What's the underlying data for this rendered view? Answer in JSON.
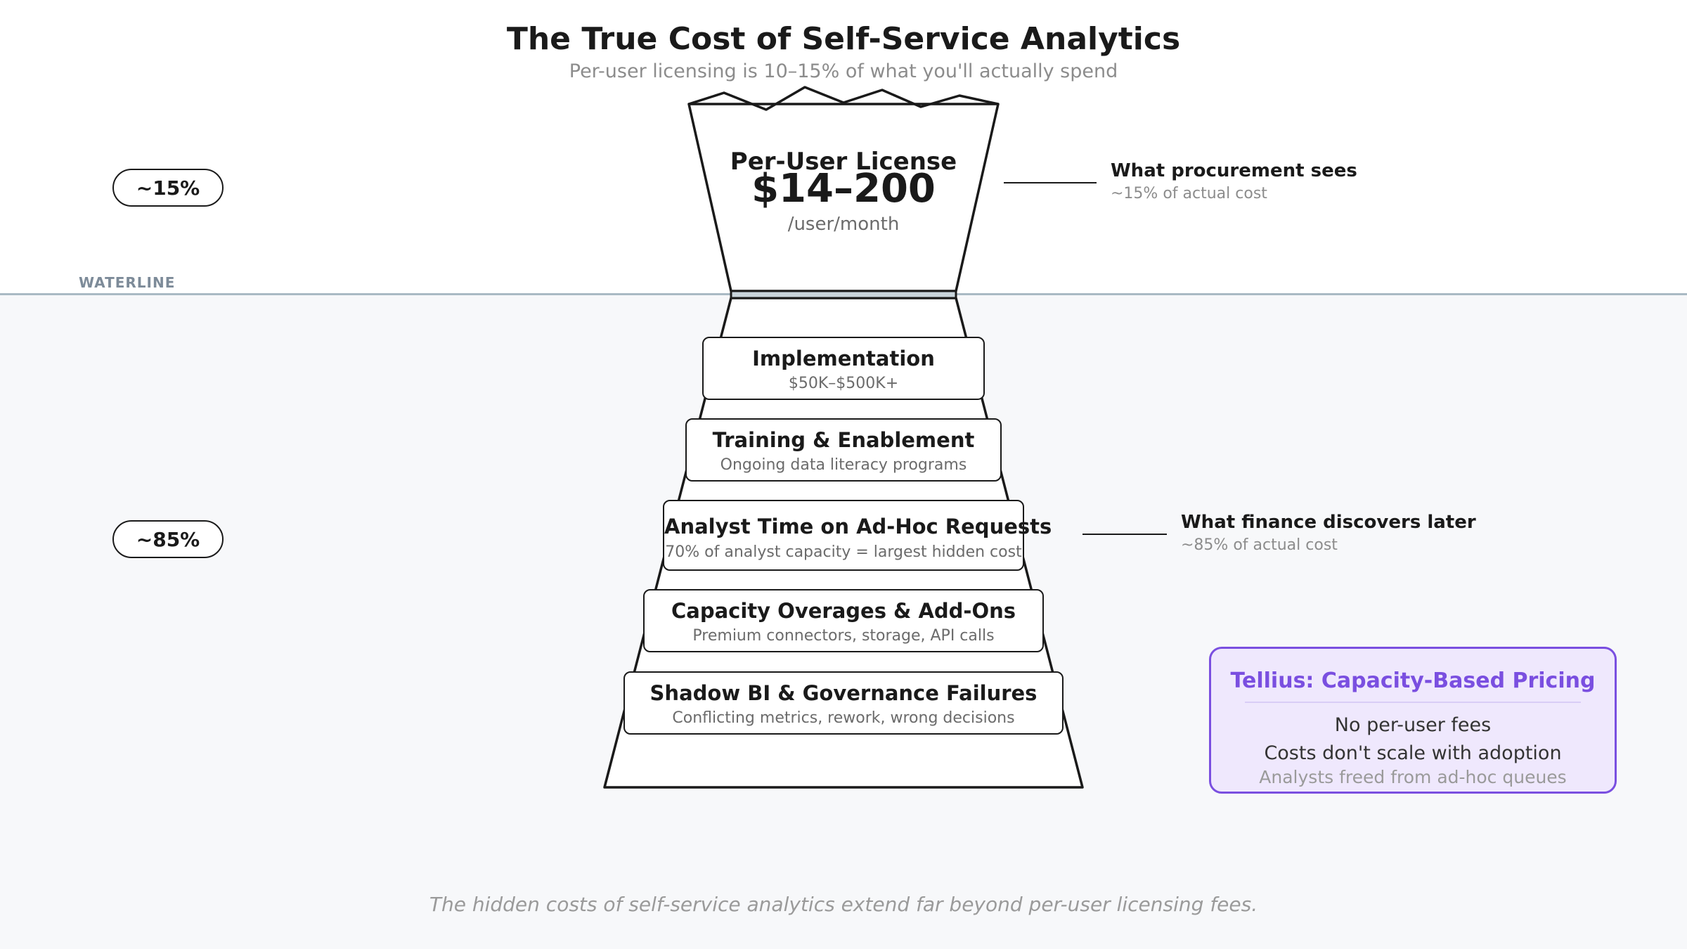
{
  "title": "The True Cost of Self-Service Analytics",
  "subtitle": "Per-user licensing is 10–15% of what you'll actually spend",
  "waterline_label": "WATERLINE",
  "tip": {
    "title": "Per-User License",
    "price": "$14–200",
    "unit": "/user/month"
  },
  "above": {
    "percent": "~15%",
    "callout_title": "What procurement sees",
    "callout_sub": "~15% of actual cost"
  },
  "below": {
    "percent": "~85%",
    "callout_title": "What finance discovers later",
    "callout_sub": "~85% of actual cost"
  },
  "layers": [
    {
      "title": "Implementation",
      "subtitle": "$50K–$500K+"
    },
    {
      "title": "Training & Enablement",
      "subtitle": "Ongoing data literacy programs"
    },
    {
      "title": "Analyst Time on Ad-Hoc Requests",
      "subtitle": "70% of analyst capacity = largest hidden cost"
    },
    {
      "title": "Capacity Overages & Add-Ons",
      "subtitle": "Premium connectors, storage, API calls"
    },
    {
      "title": "Shadow BI & Governance Failures",
      "subtitle": "Conflicting metrics, rework, wrong decisions"
    }
  ],
  "pricing_card": {
    "title": "Tellius: Capacity-Based Pricing",
    "lines": [
      "No per-user fees",
      "Costs don't scale with adoption",
      "Analysts freed from ad-hoc queues"
    ],
    "accent_color": "#7a4fe0",
    "background_color": "#efe8fd"
  },
  "footer": "The hidden costs of self-service analytics extend far beyond per-user licensing fees."
}
